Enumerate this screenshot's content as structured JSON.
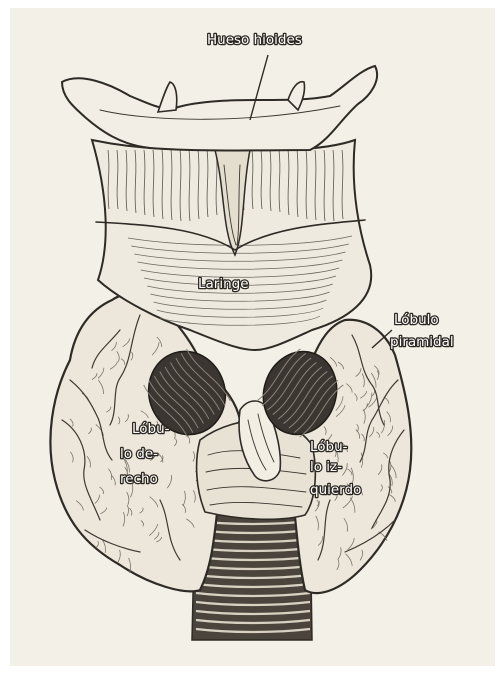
{
  "labels": {
    "hyoid": "Hueso hioides",
    "larynx": "Laringe",
    "pyramidal_line1": "Lóbulo",
    "pyramidal_line2": "piramidal",
    "right_lobe_line1": "Lóbu-",
    "right_lobe_line2": "lo de-",
    "right_lobe_line3": "recho",
    "left_lobe_line1": "Lóbu-",
    "left_lobe_line2": "lo iz-",
    "left_lobe_line3": "quierdo"
  },
  "colors": {
    "paper": "#f3f0e7",
    "ink": "#2e2a25",
    "shade": "#45403a"
  }
}
